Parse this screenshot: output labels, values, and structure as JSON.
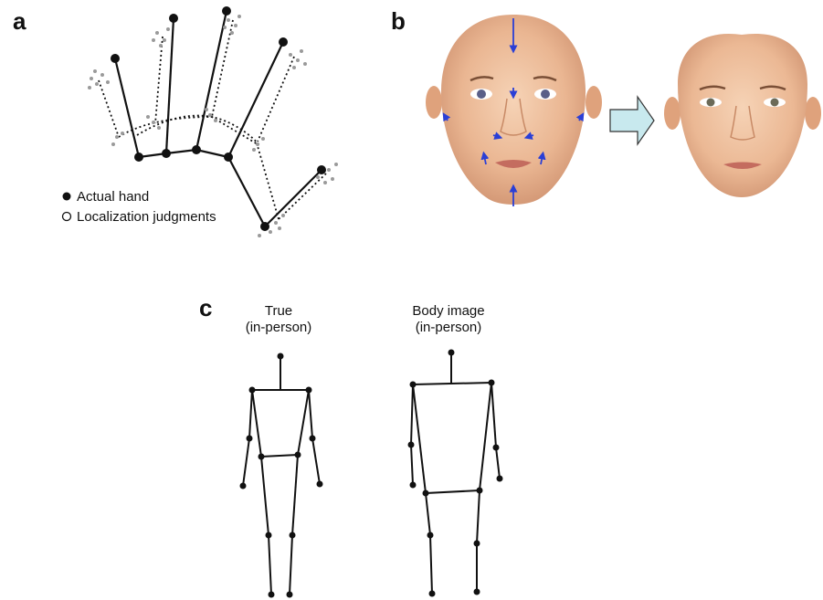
{
  "panels": {
    "a": {
      "letter": "a",
      "legend": {
        "actual_label": "Actual hand",
        "judgment_label": "Localization judgments"
      }
    },
    "b": {
      "letter": "b"
    },
    "c": {
      "letter": "c",
      "true_title": "True",
      "true_subtitle": "(in-person)",
      "body_title": "Body image",
      "body_subtitle": "(in-person)"
    }
  },
  "colors": {
    "ink": "#111111",
    "arrow_fill": "#c8e9ee",
    "arrow_stroke": "#333333",
    "skin_light": "#f2c7a6",
    "skin_mid": "#e7ad86",
    "skin_dark": "#c98a64",
    "vector_blue": "#2a3fd6"
  }
}
